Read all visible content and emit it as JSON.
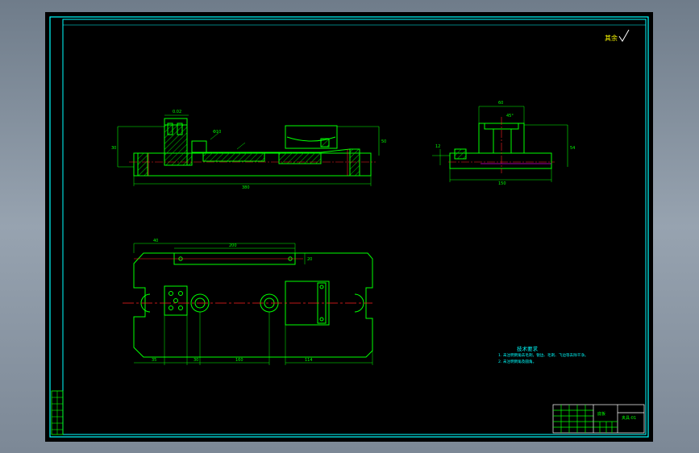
{
  "roughness_note": "其余",
  "tech_requirements": {
    "title": "技术要求",
    "items": [
      "1. 未注明倒角去毛刺，锐边、毛刺、飞边等去除干净。",
      "2. 未注明倒角及圆角。"
    ]
  },
  "title_block": {
    "part_name": "底板",
    "drawing_no": "夹具-01"
  },
  "dims": {
    "front": {
      "overall_length": "380",
      "height": "30",
      "right_height": "50",
      "hole": "Φ10",
      "tol": "0.02"
    },
    "side": {
      "overall_width": "150",
      "top_width": "60",
      "height": "54",
      "angle": "45°",
      "small": "12"
    },
    "plan": {
      "top_left": "40",
      "top_span": "200",
      "slot_w": "20",
      "bottom_a": "35",
      "bottom_b": "30",
      "bottom_c": "160",
      "bottom_d": "114"
    }
  },
  "colors": {
    "frame": "#00ffff",
    "outline": "#00ff00",
    "centerline": "#ff2020",
    "hatch": "#00ff00",
    "dim_text": "#00ff00",
    "note_text": "#00ffff"
  }
}
